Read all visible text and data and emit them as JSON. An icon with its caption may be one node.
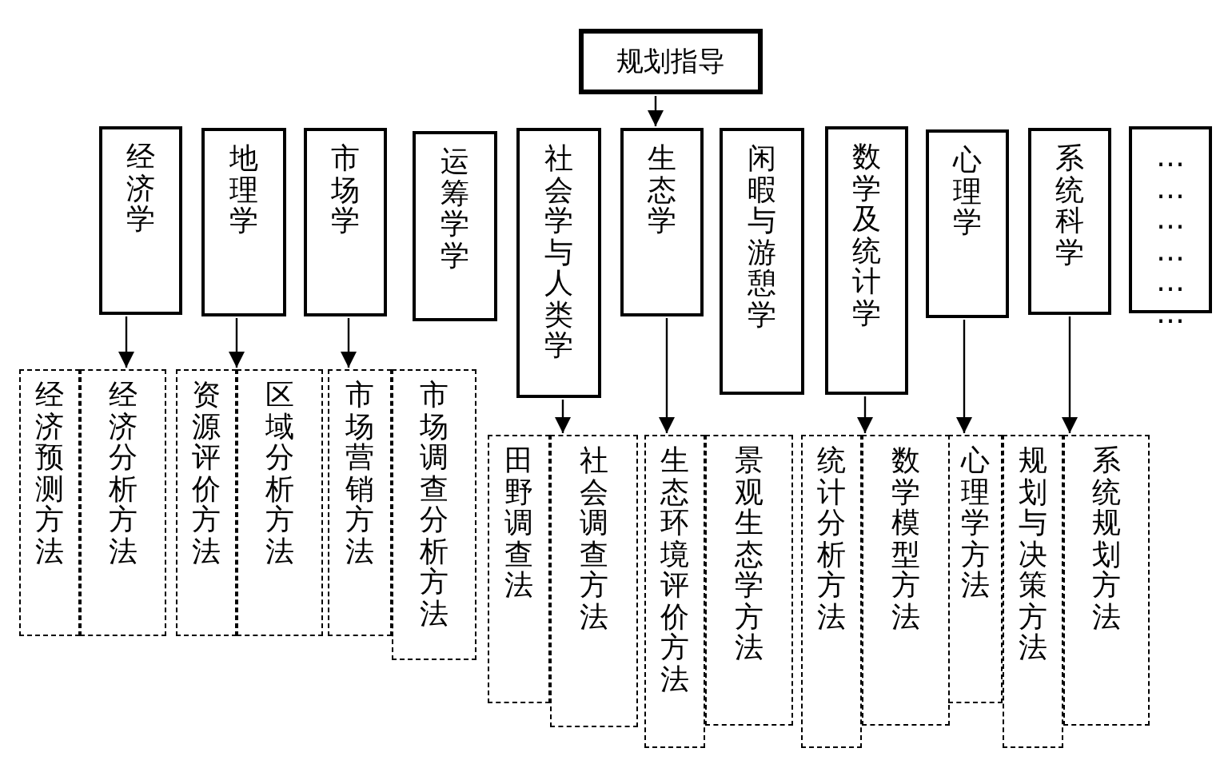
{
  "diagram": {
    "nodes": [
      {
        "text": [
          "规划指导"
        ]
      },
      {
        "text": [
          "经济学"
        ]
      },
      {
        "text": [
          "地理学"
        ]
      },
      {
        "text": [
          "市场学"
        ]
      },
      {
        "text": [
          "运筹学学"
        ]
      },
      {
        "text": [
          "社会学与人类学"
        ]
      },
      {
        "text": [
          "生态学"
        ]
      },
      {
        "text": [
          "闲暇与游憩学"
        ]
      },
      {
        "text": [
          "数学及统计学"
        ]
      },
      {
        "text": [
          "心理学"
        ]
      },
      {
        "text": [
          "系统科学"
        ]
      },
      {
        "text": [
          "………………"
        ]
      },
      {
        "text": [
          "经济预测方法"
        ]
      },
      {
        "text": [
          "经济分析方法"
        ]
      },
      {
        "text": [
          "资源评价方法"
        ]
      },
      {
        "text": [
          "区域分析方法"
        ]
      },
      {
        "text": [
          "市场营销方法"
        ]
      },
      {
        "text": [
          "市场调查分析方法"
        ]
      },
      {
        "text": [
          "田野调查法"
        ]
      },
      {
        "text": [
          "社会调查方法"
        ]
      },
      {
        "text": [
          "生态环境评价方法"
        ]
      },
      {
        "text": [
          "景观生态学方法"
        ]
      },
      {
        "text": [
          "统计分析方法"
        ]
      },
      {
        "text": [
          "数学模型方法"
        ]
      },
      {
        "text": [
          "心理学方法"
        ]
      },
      {
        "text": [
          "规划与决策方法"
        ]
      },
      {
        "text": [
          "系统规划方法"
        ]
      }
    ],
    "edges": [
      {
        "from": 0,
        "to": 6,
        "arrow": "to"
      },
      {
        "from": 1,
        "to": 13,
        "arrow": "to"
      },
      {
        "from": 2,
        "to": 15,
        "arrow": "to"
      },
      {
        "from": 3,
        "to": 16,
        "arrow": "to"
      },
      {
        "from": 5,
        "to": 19,
        "arrow": "to"
      },
      {
        "from": 6,
        "to": 20,
        "arrow": "to"
      },
      {
        "from": 8,
        "to": 23,
        "arrow": "to"
      },
      {
        "from": 9,
        "to": 24,
        "arrow": "to"
      },
      {
        "from": 10,
        "to": 26,
        "arrow": "to"
      }
    ]
  }
}
